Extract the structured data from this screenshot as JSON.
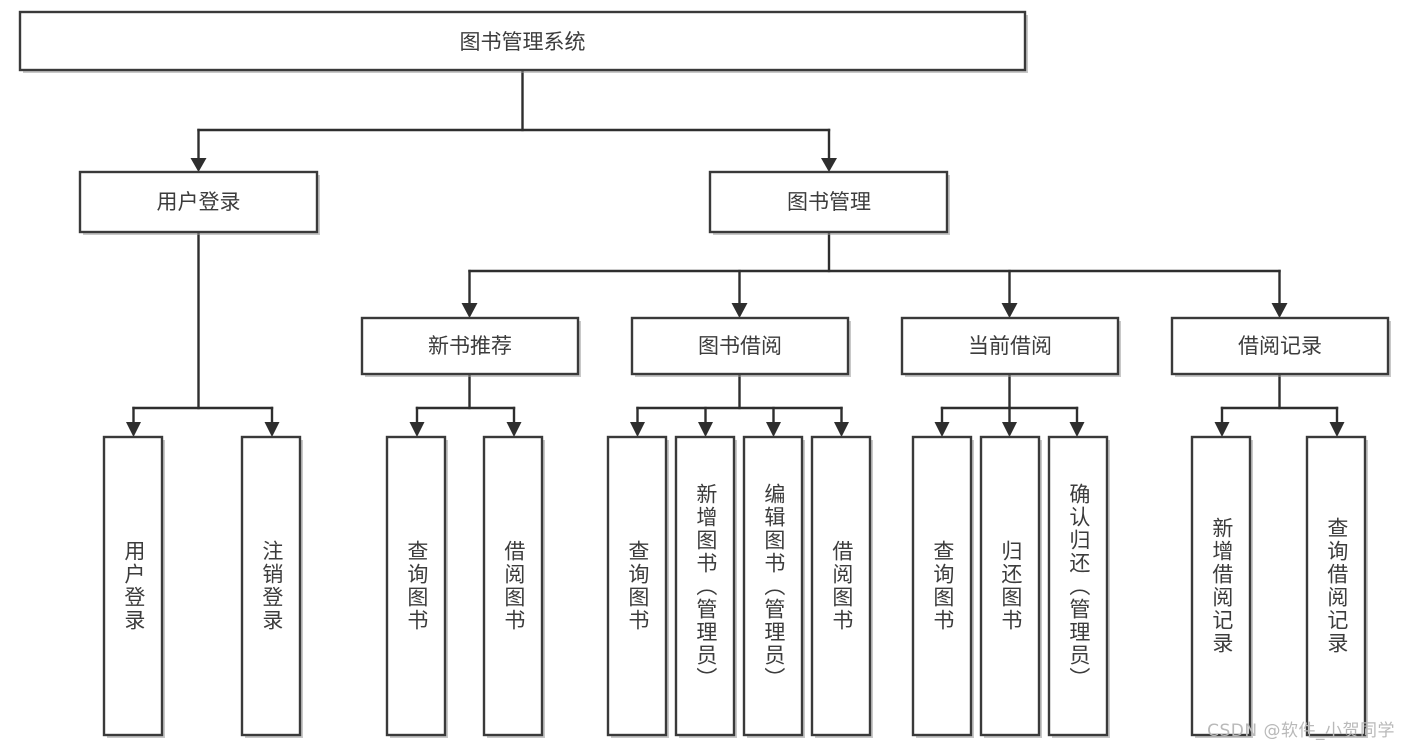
{
  "diagram": {
    "type": "tree",
    "title": "图书管理系统",
    "orientation": "top-down",
    "watermark": "CSDN @软件_小贺同学",
    "colors": {
      "box_stroke": "#3a3a3a",
      "box_fill": "#ffffff",
      "connector": "#2e2e2e",
      "text": "#3c3c3c",
      "watermark": "#b9b9b9",
      "background": "#ffffff"
    },
    "nodes": {
      "root": {
        "label": "图书管理系统",
        "level": 1
      },
      "l2": [
        {
          "id": "user-login",
          "label": "用户登录",
          "level": 2
        },
        {
          "id": "book-management",
          "label": "图书管理",
          "level": 2
        }
      ],
      "l3": [
        {
          "id": "new-book-recommend",
          "label": "新书推荐",
          "level": 3,
          "parent": "book-management"
        },
        {
          "id": "book-borrow",
          "label": "图书借阅",
          "level": 3,
          "parent": "book-management"
        },
        {
          "id": "current-borrow",
          "label": "当前借阅",
          "level": 3,
          "parent": "book-management"
        },
        {
          "id": "borrow-record",
          "label": "借阅记录",
          "level": 3,
          "parent": "book-management"
        }
      ],
      "leaves": [
        {
          "id": "leaf-user-login",
          "label": "用户登录",
          "parent": "user-login"
        },
        {
          "id": "leaf-logout-login",
          "label": "注销登录",
          "parent": "user-login"
        },
        {
          "id": "leaf-query-book-1",
          "label": "查询图书",
          "parent": "new-book-recommend"
        },
        {
          "id": "leaf-borrow-book-1",
          "label": "借阅图书",
          "parent": "new-book-recommend"
        },
        {
          "id": "leaf-query-book-2",
          "label": "查询图书",
          "parent": "book-borrow"
        },
        {
          "id": "leaf-add-book",
          "label": "新增图书（管理员）",
          "parent": "book-borrow"
        },
        {
          "id": "leaf-edit-book",
          "label": "编辑图书（管理员）",
          "parent": "book-borrow"
        },
        {
          "id": "leaf-borrow-book-2",
          "label": "借阅图书",
          "parent": "book-borrow"
        },
        {
          "id": "leaf-query-book-3",
          "label": "查询图书",
          "parent": "current-borrow"
        },
        {
          "id": "leaf-return-book",
          "label": "归还图书",
          "parent": "current-borrow"
        },
        {
          "id": "leaf-confirm-return",
          "label": "确认归还（管理员）",
          "parent": "current-borrow"
        },
        {
          "id": "leaf-add-record",
          "label": "新增借阅记录",
          "parent": "borrow-record"
        },
        {
          "id": "leaf-query-record",
          "label": "查询借阅记录",
          "parent": "borrow-record"
        }
      ]
    }
  }
}
